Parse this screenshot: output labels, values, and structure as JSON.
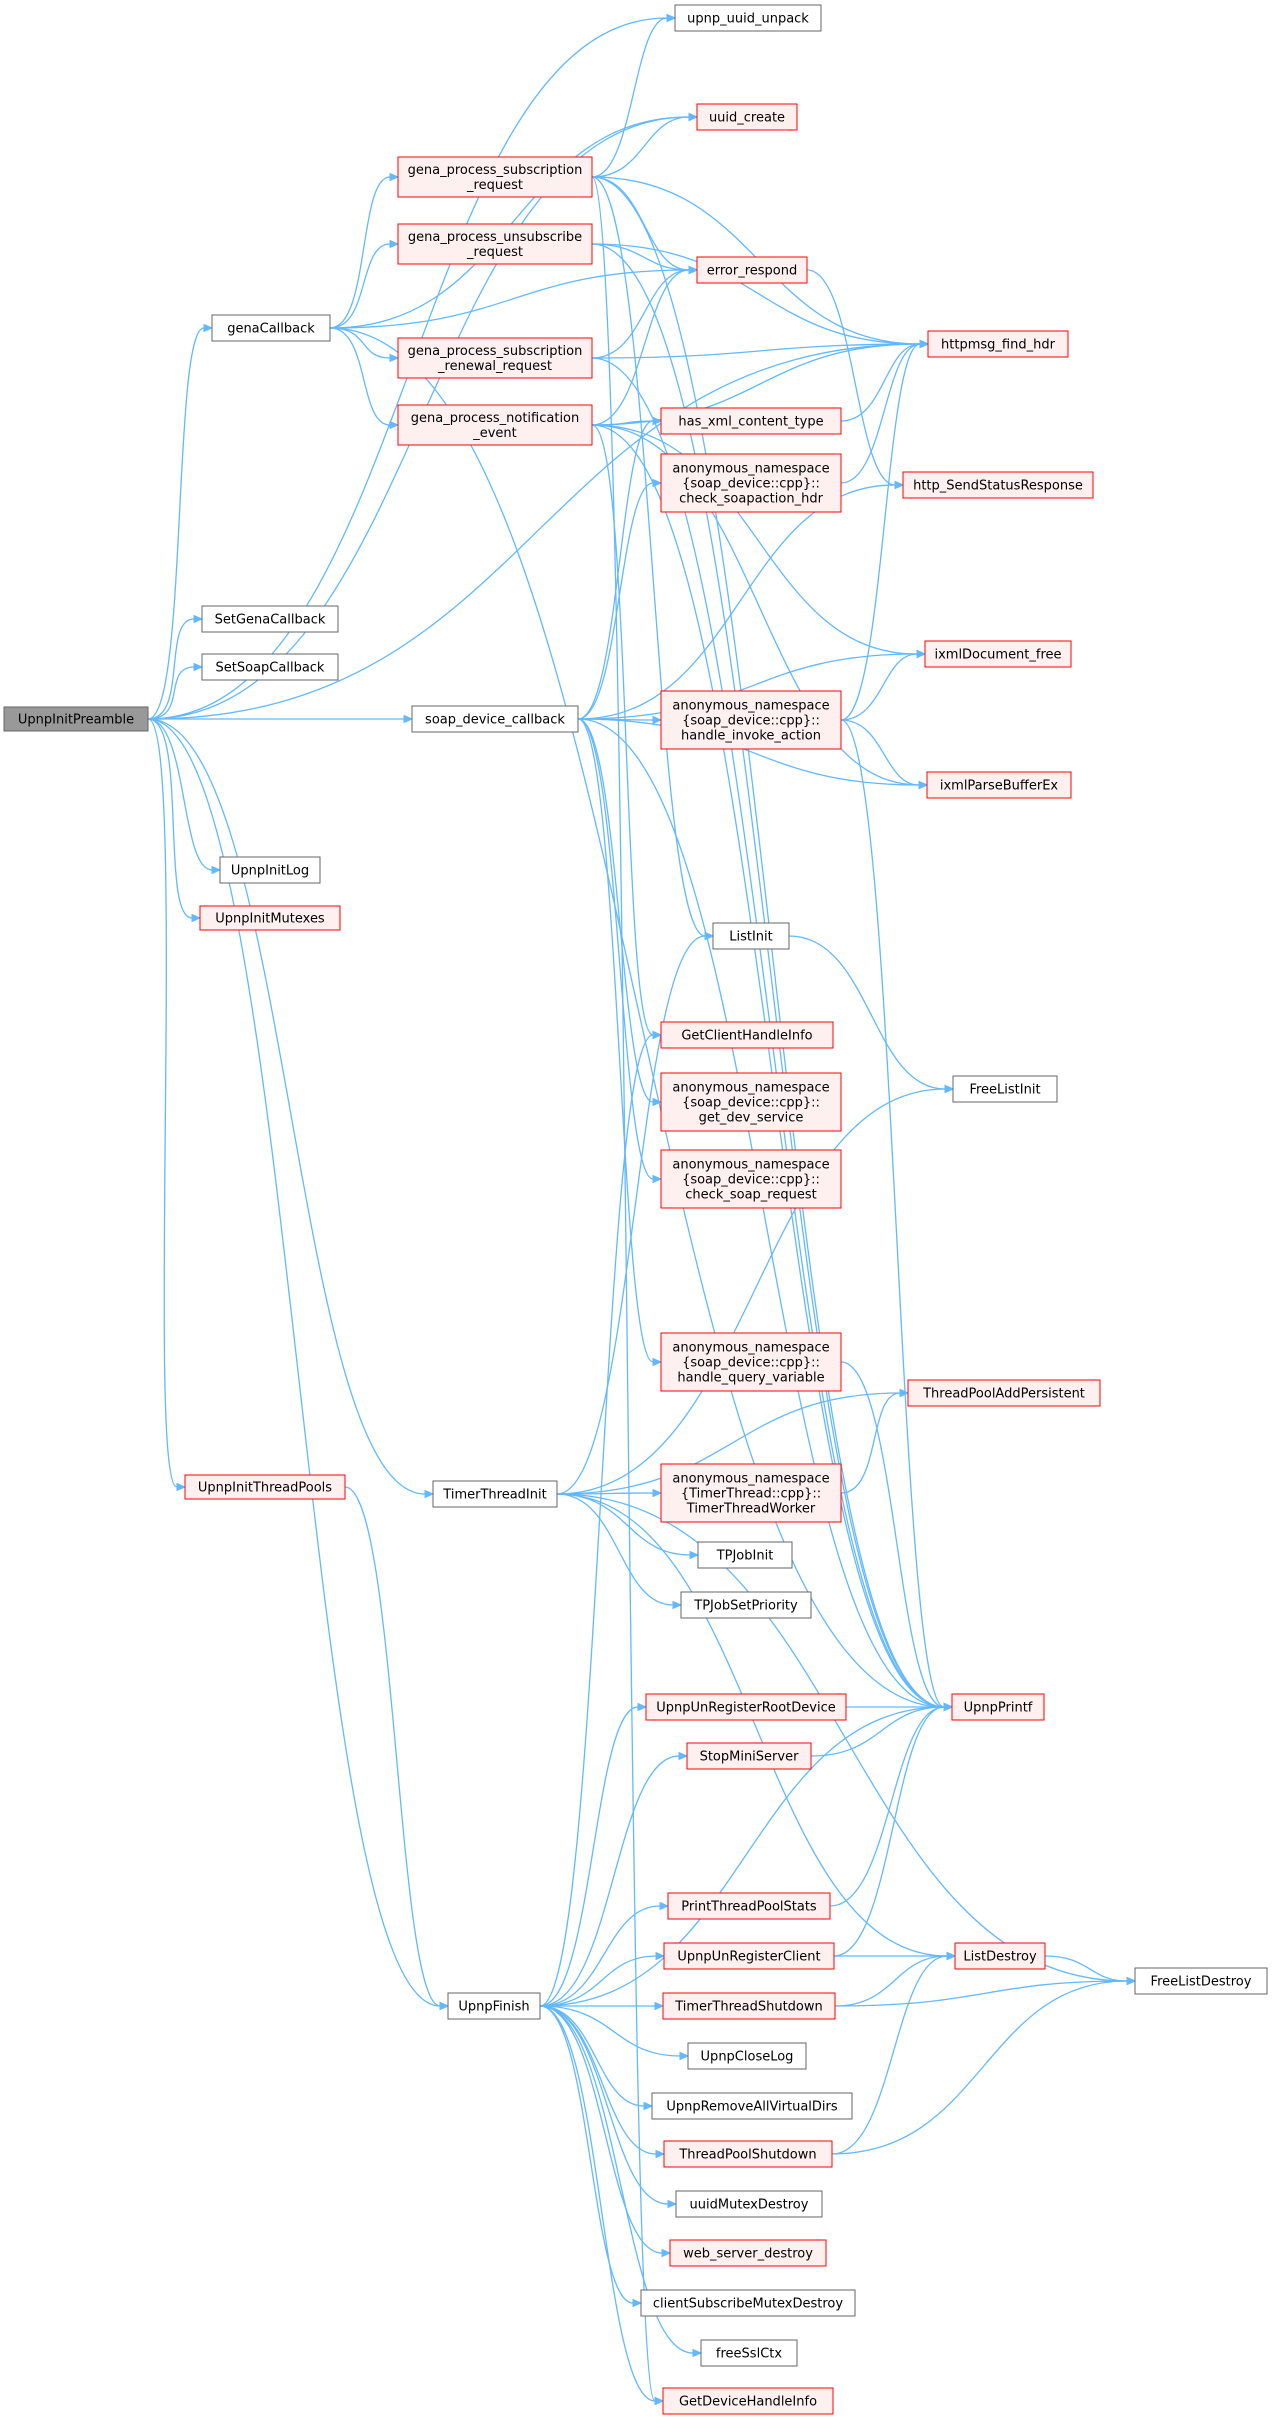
{
  "diagram": {
    "style": {
      "edge_color": "#63b8ff",
      "root_fill": "#999999",
      "root_stroke": "#666666",
      "red_stroke": "#ff0000",
      "red_fill": "#fff0f0",
      "plain_stroke": "#666666",
      "plain_fill": "#ffffff"
    },
    "nodes": [
      {
        "id": "UpnpInitPreamble",
        "lines": [
          "UpnpInitPreamble"
        ],
        "kind": "root"
      },
      {
        "id": "upnp_uuid_unpack",
        "lines": [
          "upnp_uuid_unpack"
        ],
        "kind": "plain"
      },
      {
        "id": "uuid_create",
        "lines": [
          "uuid_create"
        ],
        "kind": "red"
      },
      {
        "id": "gena_sub",
        "lines": [
          "gena_process_subscription",
          "_request"
        ],
        "kind": "red"
      },
      {
        "id": "gena_unsub",
        "lines": [
          "gena_process_unsubscribe",
          "_request"
        ],
        "kind": "red"
      },
      {
        "id": "error_respond",
        "lines": [
          "error_respond"
        ],
        "kind": "red"
      },
      {
        "id": "genaCallback",
        "lines": [
          "genaCallback"
        ],
        "kind": "plain"
      },
      {
        "id": "gena_renew",
        "lines": [
          "gena_process_subscription",
          "_renewal_request"
        ],
        "kind": "red"
      },
      {
        "id": "httpmsg_find_hdr",
        "lines": [
          "httpmsg_find_hdr"
        ],
        "kind": "red"
      },
      {
        "id": "gena_notify",
        "lines": [
          "gena_process_notification",
          "_event"
        ],
        "kind": "red"
      },
      {
        "id": "has_xml",
        "lines": [
          "has_xml_content_type"
        ],
        "kind": "red"
      },
      {
        "id": "check_soapaction",
        "lines": [
          "anonymous_namespace",
          "{soap_device::cpp}::",
          "check_soapaction_hdr"
        ],
        "kind": "red"
      },
      {
        "id": "http_send",
        "lines": [
          "http_SendStatusResponse"
        ],
        "kind": "red"
      },
      {
        "id": "SetGenaCallback",
        "lines": [
          "SetGenaCallback"
        ],
        "kind": "plain"
      },
      {
        "id": "ixmlDoc_free",
        "lines": [
          "ixmlDocument_free"
        ],
        "kind": "red"
      },
      {
        "id": "SetSoapCallback",
        "lines": [
          "SetSoapCallback"
        ],
        "kind": "plain"
      },
      {
        "id": "soap_cb",
        "lines": [
          "soap_device_callback"
        ],
        "kind": "plain"
      },
      {
        "id": "handle_invoke",
        "lines": [
          "anonymous_namespace",
          "{soap_device::cpp}::",
          "handle_invoke_action"
        ],
        "kind": "red"
      },
      {
        "id": "ixmlParse",
        "lines": [
          "ixmlParseBufferEx"
        ],
        "kind": "red"
      },
      {
        "id": "UpnpInitLog",
        "lines": [
          "UpnpInitLog"
        ],
        "kind": "plain"
      },
      {
        "id": "UpnpInitMutexes",
        "lines": [
          "UpnpInitMutexes"
        ],
        "kind": "red"
      },
      {
        "id": "ListInit",
        "lines": [
          "ListInit"
        ],
        "kind": "plain"
      },
      {
        "id": "GetClientHandleInfo",
        "lines": [
          "GetClientHandleInfo"
        ],
        "kind": "red"
      },
      {
        "id": "FreeListInit",
        "lines": [
          "FreeListInit"
        ],
        "kind": "plain"
      },
      {
        "id": "get_dev_service",
        "lines": [
          "anonymous_namespace",
          "{soap_device::cpp}::",
          "get_dev_service"
        ],
        "kind": "red"
      },
      {
        "id": "check_soap_request",
        "lines": [
          "anonymous_namespace",
          "{soap_device::cpp}::",
          "check_soap_request"
        ],
        "kind": "red"
      },
      {
        "id": "handle_query",
        "lines": [
          "anonymous_namespace",
          "{soap_device::cpp}::",
          "handle_query_variable"
        ],
        "kind": "red"
      },
      {
        "id": "ThreadPoolAddPersistent",
        "lines": [
          "ThreadPoolAddPersistent"
        ],
        "kind": "red"
      },
      {
        "id": "UpnpInitThreadPools",
        "lines": [
          "UpnpInitThreadPools"
        ],
        "kind": "red"
      },
      {
        "id": "TimerThreadInit",
        "lines": [
          "TimerThreadInit"
        ],
        "kind": "plain"
      },
      {
        "id": "TimerThreadWorker",
        "lines": [
          "anonymous_namespace",
          "{TimerThread::cpp}::",
          "TimerThreadWorker"
        ],
        "kind": "red"
      },
      {
        "id": "TPJobInit",
        "lines": [
          "TPJobInit"
        ],
        "kind": "plain"
      },
      {
        "id": "TPJobSetPriority",
        "lines": [
          "TPJobSetPriority"
        ],
        "kind": "plain"
      },
      {
        "id": "UpnpUnRegisterRootDevice",
        "lines": [
          "UpnpUnRegisterRootDevice"
        ],
        "kind": "red"
      },
      {
        "id": "UpnpPrintf",
        "lines": [
          "UpnpPrintf"
        ],
        "kind": "red"
      },
      {
        "id": "StopMiniServer",
        "lines": [
          "StopMiniServer"
        ],
        "kind": "red"
      },
      {
        "id": "PrintThreadPoolStats",
        "lines": [
          "PrintThreadPoolStats"
        ],
        "kind": "red"
      },
      {
        "id": "UpnpUnRegisterClient",
        "lines": [
          "UpnpUnRegisterClient"
        ],
        "kind": "red"
      },
      {
        "id": "ListDestroy",
        "lines": [
          "ListDestroy"
        ],
        "kind": "red"
      },
      {
        "id": "UpnpFinish",
        "lines": [
          "UpnpFinish"
        ],
        "kind": "plain"
      },
      {
        "id": "TimerThreadShutdown",
        "lines": [
          "TimerThreadShutdown"
        ],
        "kind": "red"
      },
      {
        "id": "FreeListDestroy",
        "lines": [
          "FreeListDestroy"
        ],
        "kind": "plain"
      },
      {
        "id": "UpnpCloseLog",
        "lines": [
          "UpnpCloseLog"
        ],
        "kind": "plain"
      },
      {
        "id": "UpnpRemoveAllVirtualDirs",
        "lines": [
          "UpnpRemoveAllVirtualDirs"
        ],
        "kind": "plain"
      },
      {
        "id": "ThreadPoolShutdown",
        "lines": [
          "ThreadPoolShutdown"
        ],
        "kind": "red"
      },
      {
        "id": "uuidMutexDestroy",
        "lines": [
          "uuidMutexDestroy"
        ],
        "kind": "plain"
      },
      {
        "id": "web_server_destroy",
        "lines": [
          "web_server_destroy"
        ],
        "kind": "red"
      },
      {
        "id": "clientSubscribeMutexDestroy",
        "lines": [
          "clientSubscribeMutexDestroy"
        ],
        "kind": "plain"
      },
      {
        "id": "freeSslCtx",
        "lines": [
          "freeSslCtx"
        ],
        "kind": "plain"
      },
      {
        "id": "GetDeviceHandleInfo",
        "lines": [
          "GetDeviceHandleInfo"
        ],
        "kind": "red"
      }
    ],
    "edges": [
      [
        "UpnpInitPreamble",
        "upnp_uuid_unpack"
      ],
      [
        "UpnpInitPreamble",
        "uuid_create"
      ],
      [
        "UpnpInitPreamble",
        "httpmsg_find_hdr"
      ],
      [
        "UpnpInitPreamble",
        "genaCallback"
      ],
      [
        "UpnpInitPreamble",
        "SetGenaCallback"
      ],
      [
        "UpnpInitPreamble",
        "SetSoapCallback"
      ],
      [
        "UpnpInitPreamble",
        "soap_cb"
      ],
      [
        "UpnpInitPreamble",
        "UpnpInitLog"
      ],
      [
        "UpnpInitPreamble",
        "UpnpInitMutexes"
      ],
      [
        "UpnpInitPreamble",
        "UpnpInitThreadPools"
      ],
      [
        "UpnpInitPreamble",
        "TimerThreadInit"
      ],
      [
        "UpnpInitPreamble",
        "UpnpFinish"
      ],
      [
        "genaCallback",
        "uuid_create"
      ],
      [
        "genaCallback",
        "gena_sub"
      ],
      [
        "genaCallback",
        "gena_unsub"
      ],
      [
        "genaCallback",
        "error_respond"
      ],
      [
        "genaCallback",
        "gena_renew"
      ],
      [
        "genaCallback",
        "gena_notify"
      ],
      [
        "genaCallback",
        "UpnpPrintf"
      ],
      [
        "gena_sub",
        "upnp_uuid_unpack"
      ],
      [
        "gena_sub",
        "uuid_create"
      ],
      [
        "gena_sub",
        "error_respond"
      ],
      [
        "gena_sub",
        "httpmsg_find_hdr"
      ],
      [
        "gena_sub",
        "ListInit"
      ],
      [
        "gena_sub",
        "GetDeviceHandleInfo"
      ],
      [
        "gena_sub",
        "UpnpPrintf"
      ],
      [
        "gena_unsub",
        "error_respond"
      ],
      [
        "gena_unsub",
        "httpmsg_find_hdr"
      ],
      [
        "gena_unsub",
        "UpnpPrintf"
      ],
      [
        "gena_renew",
        "error_respond"
      ],
      [
        "gena_renew",
        "httpmsg_find_hdr"
      ],
      [
        "gena_renew",
        "UpnpPrintf"
      ],
      [
        "gena_notify",
        "error_respond"
      ],
      [
        "gena_notify",
        "httpmsg_find_hdr"
      ],
      [
        "gena_notify",
        "has_xml"
      ],
      [
        "gena_notify",
        "ixmlDoc_free"
      ],
      [
        "gena_notify",
        "ixmlParse"
      ],
      [
        "gena_notify",
        "GetClientHandleInfo"
      ],
      [
        "gena_notify",
        "UpnpPrintf"
      ],
      [
        "error_respond",
        "http_send"
      ],
      [
        "has_xml",
        "httpmsg_find_hdr"
      ],
      [
        "check_soapaction",
        "httpmsg_find_hdr"
      ],
      [
        "soap_cb",
        "has_xml"
      ],
      [
        "soap_cb",
        "check_soapaction"
      ],
      [
        "soap_cb",
        "http_send"
      ],
      [
        "soap_cb",
        "ixmlDoc_free"
      ],
      [
        "soap_cb",
        "handle_invoke"
      ],
      [
        "soap_cb",
        "ixmlParse"
      ],
      [
        "soap_cb",
        "get_dev_service"
      ],
      [
        "soap_cb",
        "check_soap_request"
      ],
      [
        "soap_cb",
        "handle_query"
      ],
      [
        "soap_cb",
        "UpnpPrintf"
      ],
      [
        "handle_invoke",
        "httpmsg_find_hdr"
      ],
      [
        "handle_invoke",
        "ixmlDoc_free"
      ],
      [
        "handle_invoke",
        "ixmlParse"
      ],
      [
        "handle_invoke",
        "UpnpPrintf"
      ],
      [
        "handle_query",
        "UpnpPrintf"
      ],
      [
        "ListInit",
        "FreeListInit"
      ],
      [
        "UpnpInitThreadPools",
        "UpnpFinish"
      ],
      [
        "TimerThreadInit",
        "ListInit"
      ],
      [
        "TimerThreadInit",
        "FreeListInit"
      ],
      [
        "TimerThreadInit",
        "ThreadPoolAddPersistent"
      ],
      [
        "TimerThreadInit",
        "TimerThreadWorker"
      ],
      [
        "TimerThreadInit",
        "TPJobInit"
      ],
      [
        "TimerThreadInit",
        "TPJobSetPriority"
      ],
      [
        "TimerThreadInit",
        "FreeListDestroy"
      ],
      [
        "TimerThreadInit",
        "ListDestroy"
      ],
      [
        "TimerThreadWorker",
        "ThreadPoolAddPersistent"
      ],
      [
        "UpnpFinish",
        "GetClientHandleInfo"
      ],
      [
        "UpnpFinish",
        "UpnpUnRegisterRootDevice"
      ],
      [
        "UpnpFinish",
        "StopMiniServer"
      ],
      [
        "UpnpFinish",
        "UpnpPrintf"
      ],
      [
        "UpnpFinish",
        "PrintThreadPoolStats"
      ],
      [
        "UpnpFinish",
        "UpnpUnRegisterClient"
      ],
      [
        "UpnpFinish",
        "TimerThreadShutdown"
      ],
      [
        "UpnpFinish",
        "UpnpCloseLog"
      ],
      [
        "UpnpFinish",
        "UpnpRemoveAllVirtualDirs"
      ],
      [
        "UpnpFinish",
        "ThreadPoolShutdown"
      ],
      [
        "UpnpFinish",
        "uuidMutexDestroy"
      ],
      [
        "UpnpFinish",
        "web_server_destroy"
      ],
      [
        "UpnpFinish",
        "clientSubscribeMutexDestroy"
      ],
      [
        "UpnpFinish",
        "freeSslCtx"
      ],
      [
        "UpnpFinish",
        "GetDeviceHandleInfo"
      ],
      [
        "UpnpUnRegisterRootDevice",
        "UpnpPrintf"
      ],
      [
        "StopMiniServer",
        "UpnpPrintf"
      ],
      [
        "PrintThreadPoolStats",
        "UpnpPrintf"
      ],
      [
        "UpnpUnRegisterClient",
        "UpnpPrintf"
      ],
      [
        "UpnpUnRegisterClient",
        "ListDestroy"
      ],
      [
        "TimerThreadShutdown",
        "ListDestroy"
      ],
      [
        "TimerThreadShutdown",
        "FreeListDestroy"
      ],
      [
        "ThreadPoolShutdown",
        "ListDestroy"
      ],
      [
        "ThreadPoolShutdown",
        "FreeListDestroy"
      ],
      [
        "ListDestroy",
        "FreeListDestroy"
      ]
    ]
  }
}
